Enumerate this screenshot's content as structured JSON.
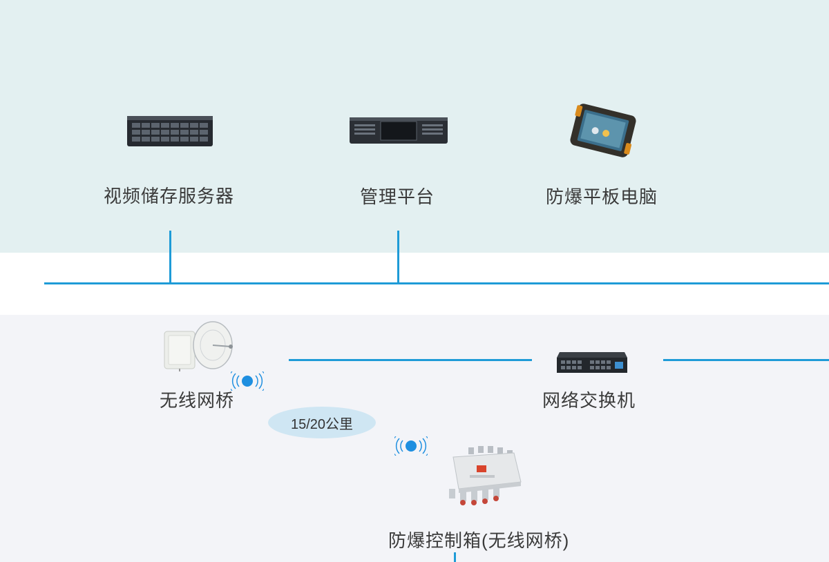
{
  "nodes": {
    "video_storage_server": {
      "label": "视频储存服务器"
    },
    "management_platform": {
      "label": "管理平台"
    },
    "explosion_proof_tablet": {
      "label": "防爆平板电脑"
    },
    "wireless_bridge": {
      "label": "无线网桥"
    },
    "network_switch": {
      "label": "网络交换机"
    },
    "explosion_proof_control_box": {
      "label": "防爆控制箱(无线网桥)"
    }
  },
  "distance": {
    "label": "15/20公里"
  },
  "colors": {
    "link_line": "#1e9bd7",
    "top_zone": "#e3f0f1",
    "bottom_zone": "#f3f4f8",
    "signal_dot": "#1e8fe0"
  },
  "icons": {
    "storage": "server-rack-icon",
    "platform": "rack-platform-icon",
    "tablet": "rugged-tablet-icon",
    "bridge": "wireless-bridge-antenna-icon",
    "switch": "network-switch-icon",
    "control_box": "explosion-proof-box-icon",
    "signal": "wifi-signal-icon"
  }
}
